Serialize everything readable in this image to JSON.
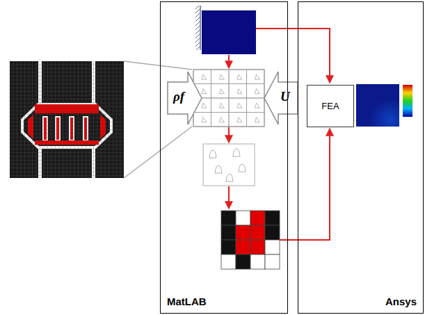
{
  "diagram": {
    "nodes": [
      {
        "text": [
          "MatLAB"
        ]
      },
      {
        "text": [
          "Ansys"
        ]
      },
      {
        "text": [
          "FEA"
        ],
        "in": 1
      }
    ],
    "labels": [
      "ρf",
      "U"
    ]
  }
}
